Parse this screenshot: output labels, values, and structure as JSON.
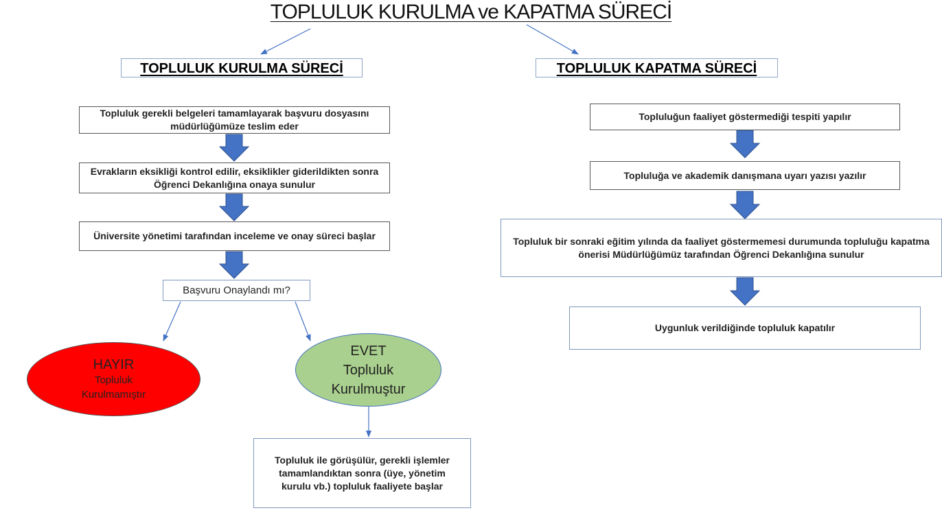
{
  "title": "TOPLULUK KURULMA  ve KAPATMA SÜRECİ",
  "left": {
    "heading": "TOPLULUK KURULMA SÜRECİ",
    "steps": [
      "Topluluk gerekli belgeleri tamamlayarak başvuru dosyasını müdürlüğümüze teslim eder",
      "Evrakların eksikliği kontrol edilir,  eksiklikler giderildikten sonra Öğrenci Dekanlığına onaya sunulur",
      "Üniversite yönetimi tarafından inceleme ve onay süreci başlar"
    ],
    "question": "Başvuru Onaylandı mı?",
    "no": {
      "label": "HAYIR",
      "line1": "Topluluk",
      "line2": "Kurulmamıştır"
    },
    "yes": {
      "label": "EVET",
      "line1": "Topluluk",
      "line2": "Kurulmuştur"
    },
    "final": "Topluluk ile görüşülür, gerekli işlemler tamamlandıktan sonra (üye, yönetim kurulu vb.) topluluk faaliyete başlar"
  },
  "right": {
    "heading": "TOPLULUK KAPATMA SÜRECİ",
    "steps": [
      "Topluluğun faaliyet göstermediği tespiti yapılır",
      "Topluluğa ve akademik danışmana uyarı yazısı yazılır",
      "Topluluk bir sonraki eğitim yılında da faaliyet göstermemesi durumunda topluluğu kapatma önerisi Müdürlüğümüz tarafından Öğrenci Dekanlığına sunulur",
      "Uygunluk verildiğinde topluluk kapatılır"
    ]
  },
  "colors": {
    "arrow": "#4472c4",
    "no": "#ff0000",
    "yes": "#a9d08e"
  }
}
